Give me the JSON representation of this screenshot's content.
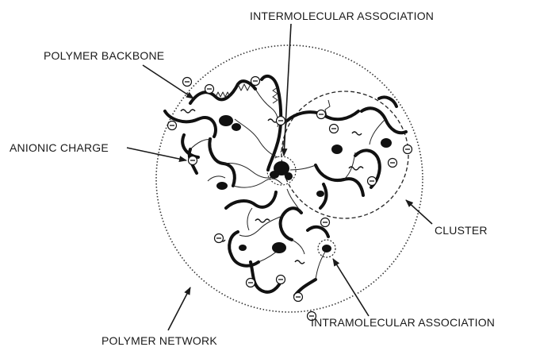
{
  "labels": {
    "intermolecular": "INTERMOLECULAR ASSOCIATION",
    "backbone": "POLYMER BACKBONE",
    "anionic": "ANIONIC CHARGE",
    "cluster": "CLUSTER",
    "intramolecular": "INTRAMOLECULAR ASSOCIATION",
    "network": "POLYMER NETWORK"
  },
  "charge_symbol": "⊖",
  "colors": {
    "ink": "#1a1a1a",
    "background": "#ffffff"
  }
}
